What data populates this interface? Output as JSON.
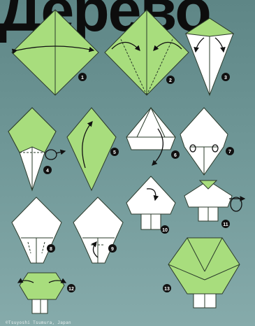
{
  "title": "Дерево",
  "credit": "©Tsuyoshi Tsumura, Japan",
  "colors": {
    "paper_green": "#a8dd7d",
    "paper_white": "#ffffff",
    "outline": "#2b3a2b"
  },
  "steps": [
    "1",
    "2",
    "3",
    "4",
    "5",
    "6",
    "7",
    "8",
    "9",
    "10",
    "11",
    "12",
    "13"
  ]
}
